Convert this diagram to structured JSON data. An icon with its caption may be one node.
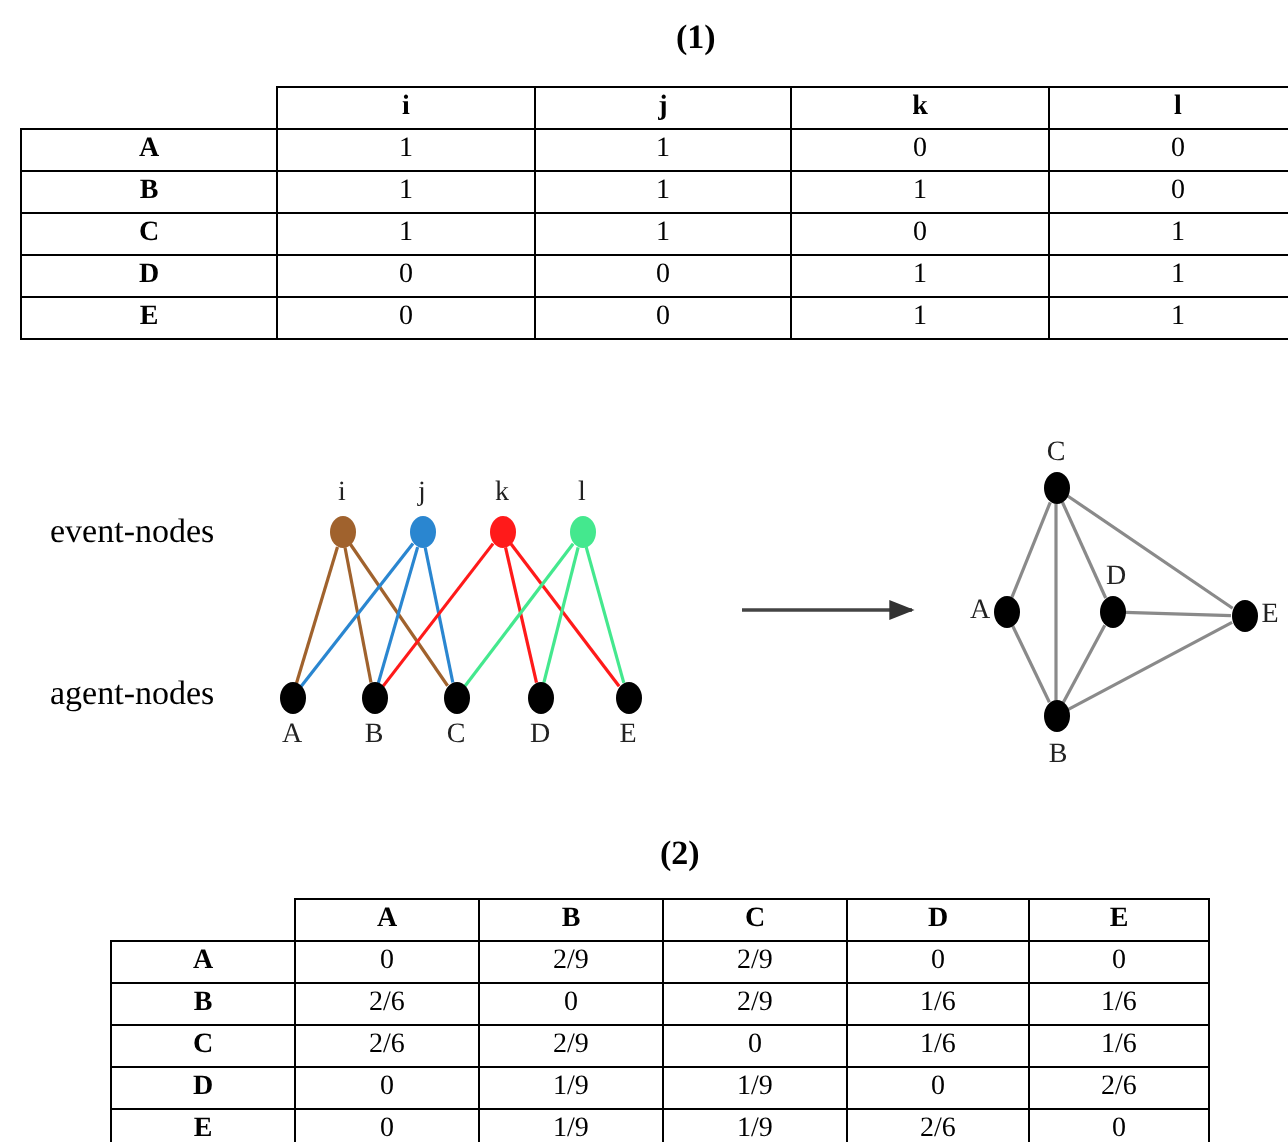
{
  "diagram": {
    "nodes": [
      {
        "text": [
          "i"
        ]
      },
      {
        "text": [
          "j"
        ]
      },
      {
        "text": [
          "k"
        ]
      },
      {
        "text": [
          "l"
        ]
      },
      {
        "text": [
          "A"
        ]
      },
      {
        "text": [
          "B"
        ]
      },
      {
        "text": [
          "C"
        ]
      },
      {
        "text": [
          "D"
        ]
      },
      {
        "text": [
          "E"
        ]
      },
      {
        "text": [
          "A"
        ]
      },
      {
        "text": [
          "B"
        ]
      },
      {
        "text": [
          "C"
        ]
      },
      {
        "text": [
          "D"
        ]
      },
      {
        "text": [
          "E"
        ]
      }
    ],
    "edges": [
      {
        "from": 0,
        "to": 4,
        "arrow": "none",
        "color": "#a0622d"
      },
      {
        "from": 0,
        "to": 5,
        "arrow": "none",
        "color": "#a0622d"
      },
      {
        "from": 0,
        "to": 6,
        "arrow": "none",
        "color": "#a0622d"
      },
      {
        "from": 1,
        "to": 4,
        "arrow": "none",
        "color": "#2a86d0"
      },
      {
        "from": 1,
        "to": 5,
        "arrow": "none",
        "color": "#2a86d0"
      },
      {
        "from": 1,
        "to": 6,
        "arrow": "none",
        "color": "#2a86d0"
      },
      {
        "from": 2,
        "to": 5,
        "arrow": "none",
        "color": "#ff1a1a"
      },
      {
        "from": 2,
        "to": 7,
        "arrow": "none",
        "color": "#ff1a1a"
      },
      {
        "from": 2,
        "to": 8,
        "arrow": "none",
        "color": "#ff1a1a"
      },
      {
        "from": 3,
        "to": 6,
        "arrow": "none",
        "color": "#44e88e"
      },
      {
        "from": 3,
        "to": 7,
        "arrow": "none",
        "color": "#44e88e"
      },
      {
        "from": 3,
        "to": 8,
        "arrow": "none",
        "color": "#44e88e"
      },
      {
        "from": 11,
        "to": 9,
        "arrow": "none"
      },
      {
        "from": 11,
        "to": 10,
        "arrow": "none"
      },
      {
        "from": 11,
        "to": 12,
        "arrow": "none"
      },
      {
        "from": 11,
        "to": 13,
        "arrow": "none"
      },
      {
        "from": 9,
        "to": 10,
        "arrow": "none"
      },
      {
        "from": 12,
        "to": 10,
        "arrow": "none"
      },
      {
        "from": 12,
        "to": 13,
        "arrow": "none"
      },
      {
        "from": 10,
        "to": 13,
        "arrow": "none"
      }
    ],
    "labels": [
      "(1)",
      "i",
      "j",
      "k",
      "l",
      "A",
      "1",
      "1",
      "0",
      "0",
      "B",
      "1",
      "1",
      "1",
      "0",
      "C",
      "1",
      "1",
      "0",
      "1",
      "D",
      "0",
      "0",
      "1",
      "1",
      "E",
      "0",
      "0",
      "1",
      "1",
      "event-nodes",
      "agent-nodes",
      "(2)",
      "A",
      "B",
      "C",
      "D",
      "E",
      "A",
      "0",
      "2/9",
      "2/9",
      "0",
      "0",
      "B",
      "2/6",
      "0",
      "2/9",
      "1/6",
      "1/6",
      "C",
      "2/6",
      "2/9",
      "0",
      "1/6",
      "1/6",
      "D",
      "0",
      "1/9",
      "1/9",
      "0",
      "2/6",
      "E",
      "0",
      "1/9",
      "1/9",
      "2/6",
      "0"
    ]
  }
}
